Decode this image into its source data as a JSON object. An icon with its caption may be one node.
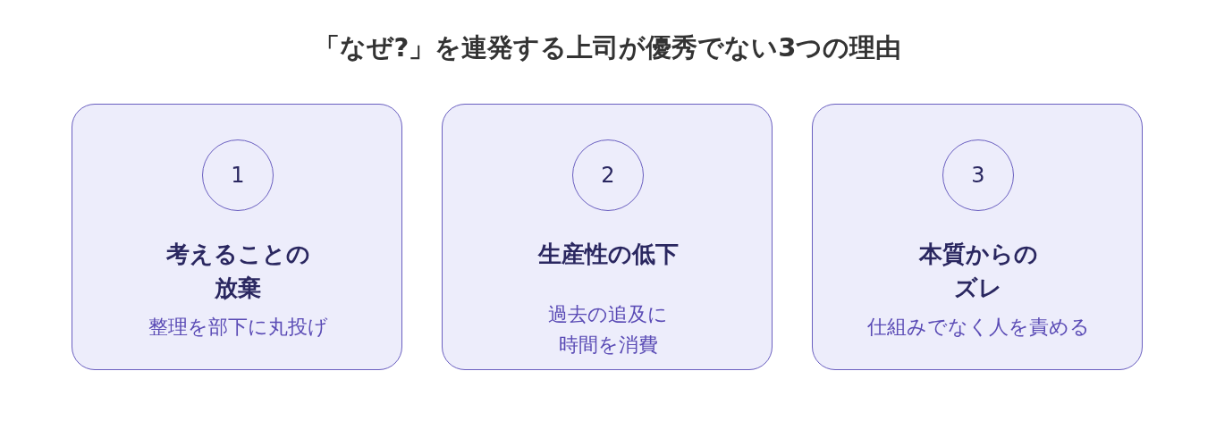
{
  "diagram": {
    "title": "「なぜ?」を連発する上司が優秀でない3つの理由",
    "nodes": [
      {
        "text": [
          "考えることの放棄",
          "整理を部下に丸投げ"
        ]
      },
      {
        "text": [
          "1"
        ],
        "in": 0
      },
      {
        "text": [
          "生産性の低下",
          "過去の追及に時間を消費"
        ]
      },
      {
        "text": [
          "2"
        ],
        "in": 2
      },
      {
        "text": [
          "本質からのズレ",
          "仕組みでなく人を責める"
        ]
      },
      {
        "text": [
          "3"
        ],
        "in": 4
      }
    ]
  }
}
